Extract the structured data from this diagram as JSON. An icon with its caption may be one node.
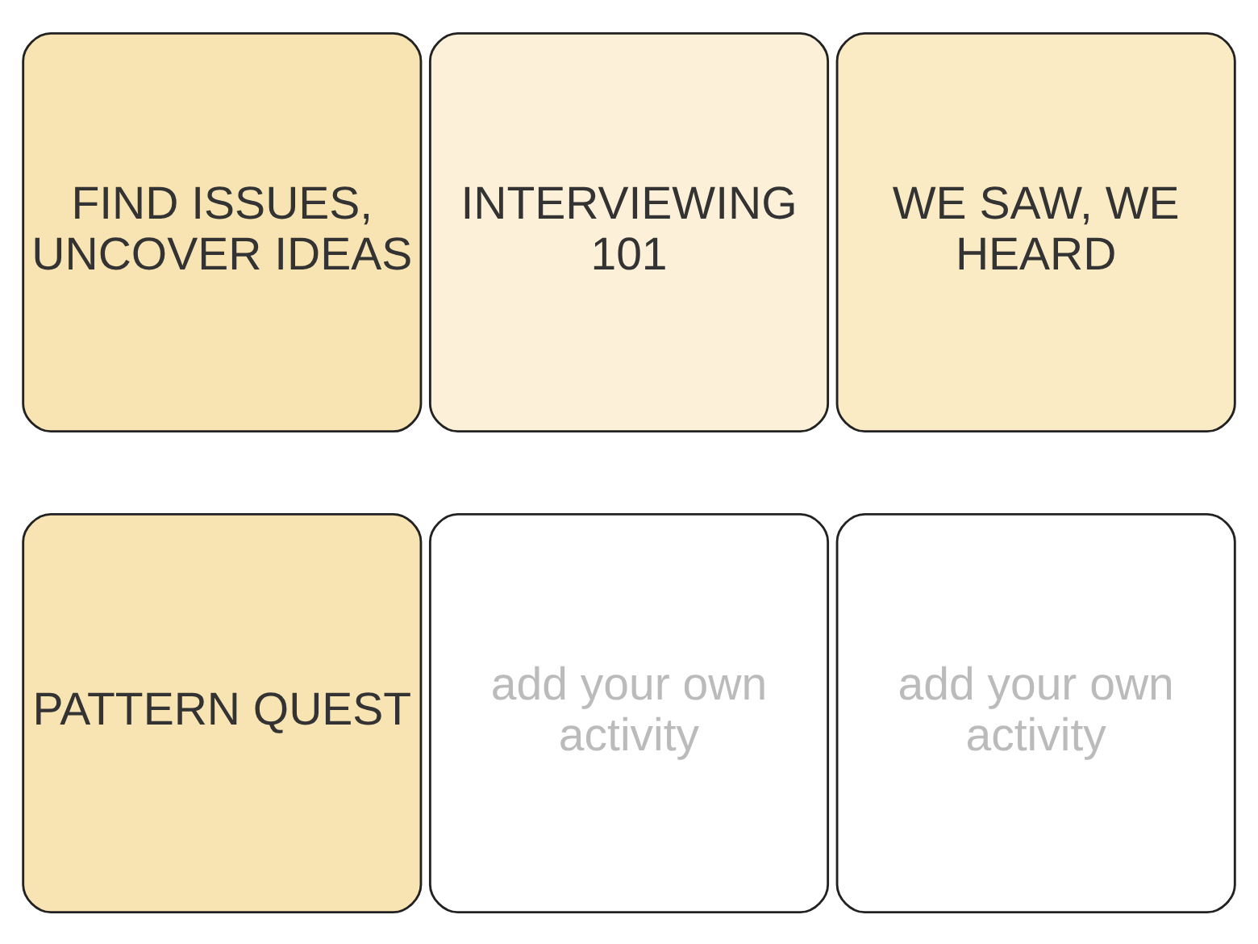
{
  "diagram": {
    "nodes": [
      {
        "text": [
          "FIND ISSUES, UNCOVER IDEAS"
        ]
      },
      {
        "text": [
          "INTERVIEWING 101"
        ]
      },
      {
        "text": [
          "WE SAW, WE HEARD"
        ]
      },
      {
        "text": [
          "PATTERN QUEST"
        ]
      },
      {
        "text": [
          "add your own activity"
        ]
      },
      {
        "text": [
          "add your own activity"
        ]
      }
    ]
  }
}
